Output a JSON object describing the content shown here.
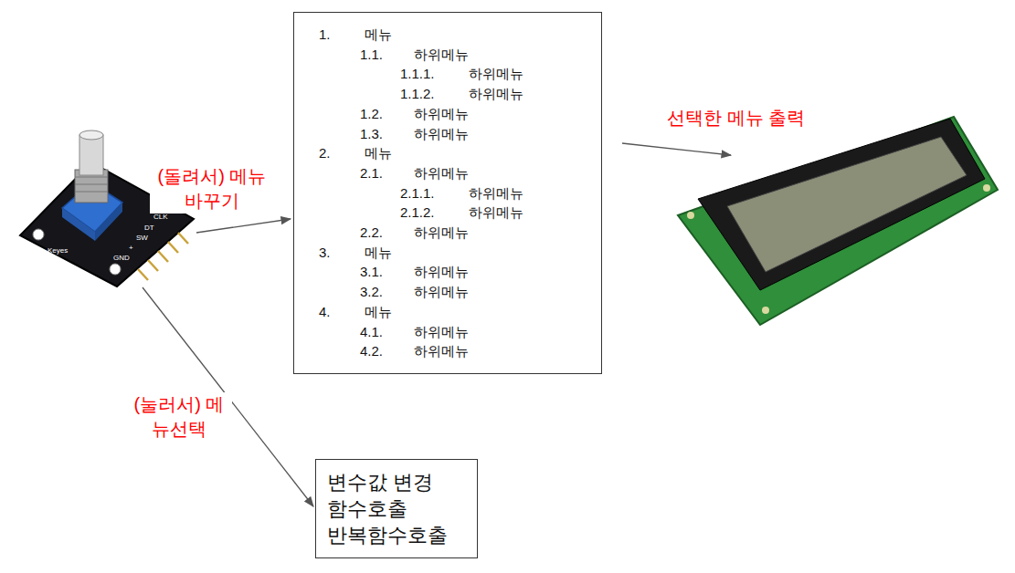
{
  "diagram": {
    "nodes": [
      {
        "text": [
          "1.",
          "메뉴",
          "1.1.",
          "하위메뉴",
          "1.1.1.",
          "하위메뉴",
          "1.1.2.",
          "하위메뉴",
          "1.2.",
          "하위메뉴",
          "1.3.",
          "하위메뉴",
          "2.",
          "메뉴",
          "2.1.",
          "하위메뉴",
          "2.1.1.",
          "하위메뉴",
          "2.1.2.",
          "하위메뉴",
          "2.2.",
          "하위메뉴",
          "3.",
          "메뉴",
          "3.1.",
          "하위메뉴",
          "3.2.",
          "하위메뉴",
          "4.",
          "메뉴",
          "4.1.",
          "하위메뉴",
          "4.2.",
          "하위메뉴"
        ]
      },
      {
        "text": [
          "변수값 변경",
          "함수호출",
          "반복함수호출"
        ]
      }
    ],
    "labels": [
      "Keyes",
      "CLK",
      "DT",
      "SW",
      "+",
      "GND",
      "(돌려서) 메뉴바꾸기",
      "선택한 메뉴 출력",
      "(눌러서) 메뉴선택"
    ]
  }
}
